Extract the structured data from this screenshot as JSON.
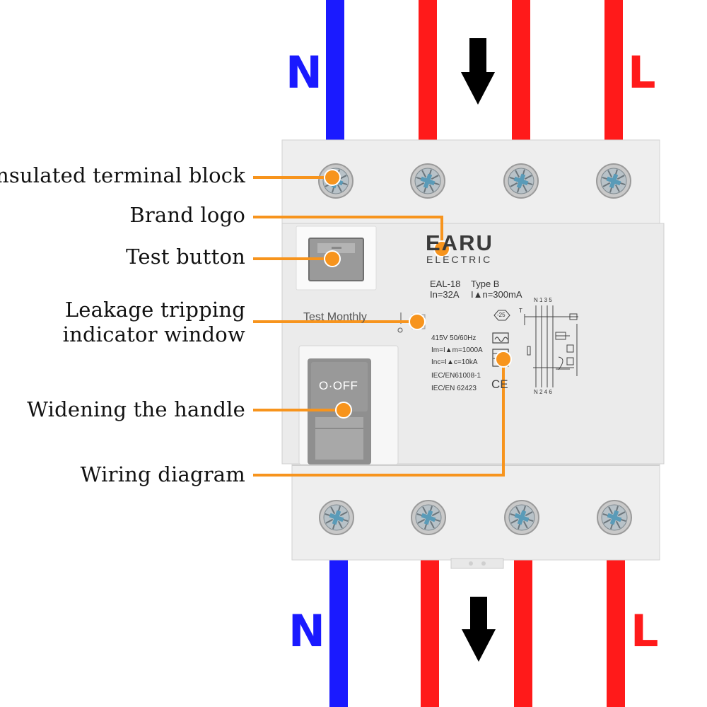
{
  "phases": {
    "neutral": "N",
    "line": "L"
  },
  "colors": {
    "neutral_wire": "#1a1aff",
    "line_wire": "#ff1a1a",
    "callout": "#f7941d",
    "body": "#ececec",
    "handle": "#8e8e8e"
  },
  "callouts": {
    "terminal_block": "Insulated terminal block",
    "brand_logo": "Brand logo",
    "test_button": "Test button",
    "leakage_window_line1": "Leakage tripping",
    "leakage_window_line2": "indicator window",
    "handle": "Widening the handle",
    "wiring_diagram": "Wiring diagram"
  },
  "device": {
    "brand": "EARU",
    "brand_sub": "ELECTRIC",
    "model": "EAL-18",
    "type": "Type B",
    "rated_current": "In=32A",
    "rated_residual": "I▲n=300mA",
    "test_monthly": "Test Monthly",
    "switch_state": "O·OFF",
    "temp_rating": "-25",
    "specs": [
      "415V 50/60Hz",
      "Im=I▲m=1000A",
      "Inc=I▲c=10kA",
      "IEC/EN61008-1",
      "IEC/EN 62423"
    ],
    "ce_mark": "CE",
    "diagram_top": "N 1 3 5",
    "diagram_bottom": "N 2 4 6",
    "diagram_t": "T"
  }
}
